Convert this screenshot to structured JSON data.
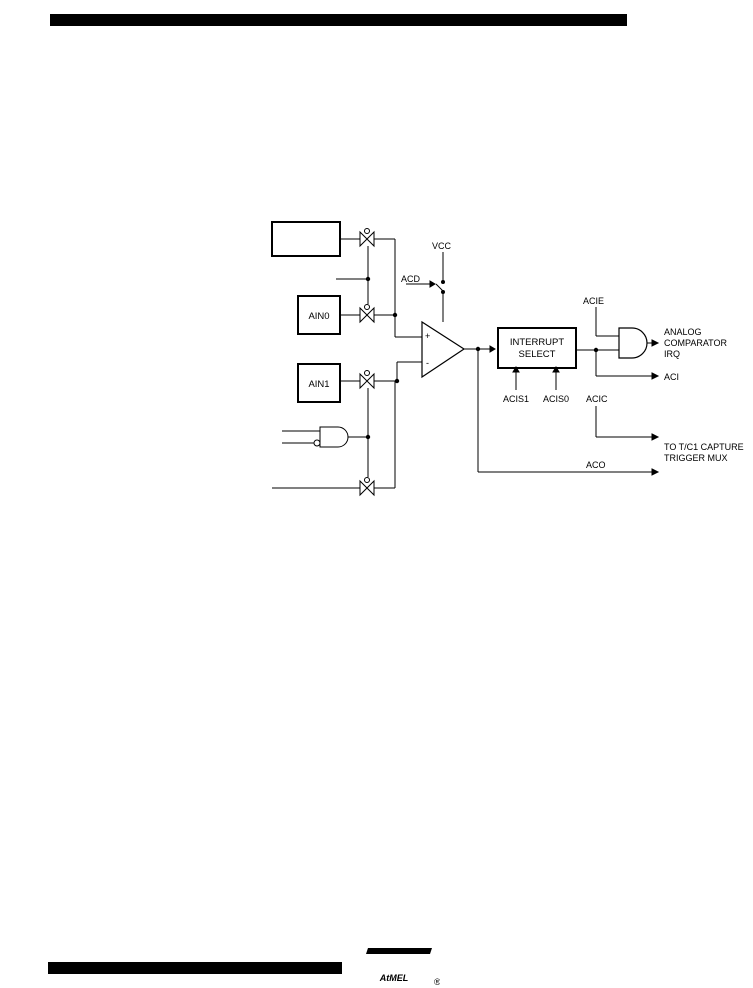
{
  "labels": {
    "vcc": "VCC",
    "acd": "ACD",
    "acie": "ACIE",
    "ain0": "AIN0",
    "ain1": "AIN1",
    "interrupt_line1": "INTERRUPT",
    "interrupt_line2": "SELECT",
    "irq_line1": "ANALOG",
    "irq_line2": "COMPARATOR",
    "irq_line3": "IRQ",
    "aci": "ACI",
    "acis1": "ACIS1",
    "acis0": "ACIS0",
    "acic": "ACIC",
    "capture_line1": "TO T/C1 CAPTURE",
    "capture_line2": "TRIGGER MUX",
    "aco": "ACO",
    "plus": "+",
    "minus": "-"
  },
  "logo": {
    "text": "AtMEL",
    "registered": "®"
  }
}
